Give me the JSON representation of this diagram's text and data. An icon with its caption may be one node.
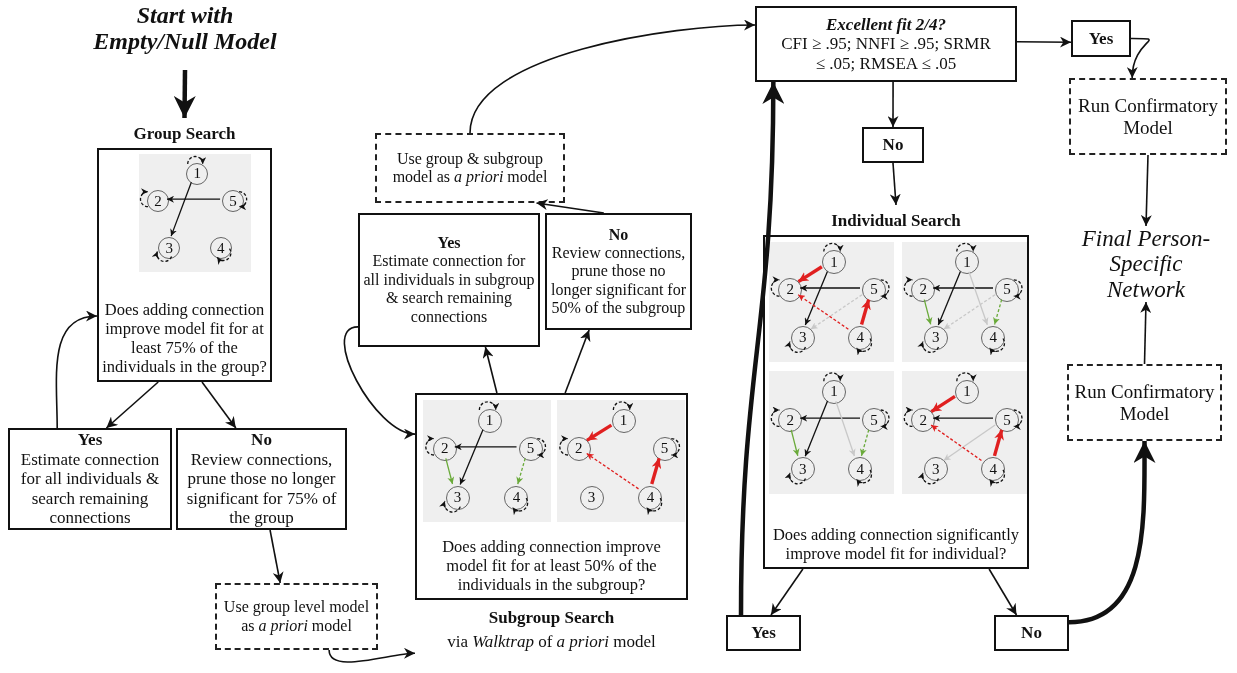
{
  "diagram": {
    "nodes": [
      {
        "text": [
          "Start with Empty/Null Model"
        ]
      },
      {
        "text": [
          "Group Search",
          "Does adding connection improve model fit for at least 75% of the individuals in the group?"
        ]
      },
      {
        "text": [],
        "shape": "box",
        "in": 1
      },
      {
        "text": [
          "1"
        ],
        "in": 2
      },
      {
        "text": [
          "2"
        ],
        "in": 2
      },
      {
        "text": [
          "3"
        ],
        "in": 2
      },
      {
        "text": [
          "4"
        ],
        "in": 2
      },
      {
        "text": [
          "5"
        ],
        "in": 2
      },
      {
        "text": [
          "Yes",
          "Estimate connection for all individuals & search remaining connections"
        ]
      },
      {
        "text": [
          "No",
          "Review connections, prune those no longer significant for 75% of the group"
        ]
      },
      {
        "text": [
          "Use group level model as *a priori* model"
        ]
      },
      {
        "text": [
          "Does adding connection improve model fit for at least 50% of the individuals in the subgroup?",
          "Subgroup Search",
          "via *Walktrap* of *a priori* model"
        ]
      },
      {
        "text": [],
        "shape": "box",
        "in": 11
      },
      {
        "text": [
          "1"
        ],
        "in": 12
      },
      {
        "text": [
          "2"
        ],
        "in": 12
      },
      {
        "text": [
          "3"
        ],
        "in": 12
      },
      {
        "text": [
          "4"
        ],
        "in": 12
      },
      {
        "text": [
          "5"
        ],
        "in": 12
      },
      {
        "text": [],
        "shape": "box",
        "in": 11
      },
      {
        "text": [
          "1"
        ],
        "in": 18
      },
      {
        "text": [
          "2"
        ],
        "in": 18
      },
      {
        "text": [
          "3"
        ],
        "in": 18
      },
      {
        "text": [
          "4"
        ],
        "in": 18
      },
      {
        "text": [
          "5"
        ],
        "in": 18
      },
      {
        "text": [
          "Yes",
          "Estimate connection for all individuals in subgroup & search remaining connections"
        ]
      },
      {
        "text": [
          "No",
          "Review connections, prune those no longer significant for 50% of the subgroup"
        ]
      },
      {
        "text": [
          "Use group & subgroup model as *a priori* model"
        ]
      },
      {
        "text": [
          "Excellent fit 2/4?",
          "CFI ≥ .95; NNFI ≥ .95; SRMR ≤ .05; RMSEA ≤ .05"
        ]
      },
      {
        "text": [
          "Yes"
        ]
      },
      {
        "text": [
          "Run Confirmatory Model"
        ]
      },
      {
        "text": [
          "No"
        ]
      },
      {
        "text": [
          "Individual Search",
          "Does adding connection significantly improve model fit for individual?"
        ]
      },
      {
        "text": [],
        "shape": "box",
        "in": 31
      },
      {
        "text": [
          "1"
        ],
        "in": 32
      },
      {
        "text": [
          "2"
        ],
        "in": 32
      },
      {
        "text": [
          "3"
        ],
        "in": 32
      },
      {
        "text": [
          "4"
        ],
        "in": 32
      },
      {
        "text": [
          "5"
        ],
        "in": 32
      },
      {
        "text": [],
        "shape": "box",
        "in": 31
      },
      {
        "text": [
          "1"
        ],
        "in": 38
      },
      {
        "text": [
          "2"
        ],
        "in": 38
      },
      {
        "text": [
          "3"
        ],
        "in": 38
      },
      {
        "text": [
          "4"
        ],
        "in": 38
      },
      {
        "text": [
          "5"
        ],
        "in": 38
      },
      {
        "text": [],
        "shape": "box",
        "in": 31
      },
      {
        "text": [
          "1"
        ],
        "in": 44
      },
      {
        "text": [
          "2"
        ],
        "in": 44
      },
      {
        "text": [
          "3"
        ],
        "in": 44
      },
      {
        "text": [
          "4"
        ],
        "in": 44
      },
      {
        "text": [
          "5"
        ],
        "in": 44
      },
      {
        "text": [],
        "shape": "box",
        "in": 31
      },
      {
        "text": [
          "1"
        ],
        "in": 50
      },
      {
        "text": [
          "2"
        ],
        "in": 50
      },
      {
        "text": [
          "3"
        ],
        "in": 50
      },
      {
        "text": [
          "4"
        ],
        "in": 50
      },
      {
        "text": [
          "5"
        ],
        "in": 50
      },
      {
        "text": [
          "Yes"
        ]
      },
      {
        "text": [
          "No"
        ]
      },
      {
        "text": [
          "Run Confirmatory Model"
        ]
      },
      {
        "text": [
          "Final Person-Specific Network"
        ]
      }
    ],
    "edges": [
      {
        "from": 0,
        "to": 1,
        "arrow": "to",
        "style": "thick"
      },
      {
        "from": 1,
        "to": 8,
        "arrow": "to"
      },
      {
        "from": 1,
        "to": 9,
        "arrow": "to"
      },
      {
        "from": 8,
        "to": 1,
        "arrow": "to"
      },
      {
        "from": 9,
        "to": 10,
        "arrow": "to"
      },
      {
        "from": 10,
        "to": 11,
        "arrow": "to"
      },
      {
        "from": 11,
        "to": 24,
        "arrow": "to"
      },
      {
        "from": 11,
        "to": 25,
        "arrow": "to"
      },
      {
        "from": 24,
        "to": 11,
        "arrow": "to"
      },
      {
        "from": 25,
        "to": 26,
        "arrow": "to"
      },
      {
        "from": 26,
        "to": 27,
        "arrow": "to"
      },
      {
        "from": 27,
        "to": 28,
        "arrow": "to"
      },
      {
        "from": 27,
        "to": 30,
        "arrow": "to"
      },
      {
        "from": 28,
        "to": 29,
        "arrow": "to"
      },
      {
        "from": 29,
        "to": 59,
        "arrow": "to"
      },
      {
        "from": 30,
        "to": 31,
        "arrow": "to"
      },
      {
        "from": 31,
        "to": 56,
        "arrow": "to"
      },
      {
        "from": 31,
        "to": 57,
        "arrow": "to"
      },
      {
        "from": 56,
        "to": 27,
        "arrow": "to",
        "style": "thick"
      },
      {
        "from": 57,
        "to": 58,
        "arrow": "to",
        "style": "thick"
      },
      {
        "from": 58,
        "to": 59,
        "arrow": "to"
      },
      {
        "from": 3,
        "to": 5,
        "arrow": "to"
      },
      {
        "from": 7,
        "to": 4,
        "arrow": "to"
      },
      {
        "from": 3,
        "to": 3,
        "arrow": "to",
        "style": "dashed"
      },
      {
        "from": 4,
        "to": 4,
        "arrow": "to",
        "style": "dashed"
      },
      {
        "from": 5,
        "to": 5,
        "arrow": "to",
        "style": "dashed"
      },
      {
        "from": 6,
        "to": 6,
        "arrow": "to",
        "style": "dashed"
      },
      {
        "from": 7,
        "to": 7,
        "arrow": "to",
        "style": "dashed"
      },
      {
        "from": 13,
        "to": 15,
        "arrow": "to"
      },
      {
        "from": 17,
        "to": 14,
        "arrow": "to"
      },
      {
        "from": 14,
        "to": 15,
        "arrow": "to",
        "color": "#6aaa3a"
      },
      {
        "from": 17,
        "to": 16,
        "arrow": "to",
        "style": "dashed",
        "color": "#6aaa3a"
      },
      {
        "from": 13,
        "to": 13,
        "arrow": "to",
        "style": "dashed"
      },
      {
        "from": 14,
        "to": 14,
        "arrow": "to",
        "style": "dashed"
      },
      {
        "from": 15,
        "to": 15,
        "arrow": "to",
        "style": "dashed"
      },
      {
        "from": 16,
        "to": 16,
        "arrow": "to",
        "style": "dashed"
      },
      {
        "from": 17,
        "to": 17,
        "arrow": "to",
        "style": "dashed"
      },
      {
        "from": 19,
        "to": 20,
        "arrow": "to",
        "style": "thick",
        "color": "#e02020"
      },
      {
        "from": 22,
        "to": 20,
        "arrow": "to",
        "style": "dashed",
        "color": "#e02020"
      },
      {
        "from": 22,
        "to": 23,
        "arrow": "to",
        "style": "thick",
        "color": "#e02020"
      },
      {
        "from": 19,
        "to": 19,
        "arrow": "to",
        "style": "dashed"
      },
      {
        "from": 20,
        "to": 20,
        "arrow": "to",
        "style": "dashed"
      },
      {
        "from": 22,
        "to": 22,
        "arrow": "to",
        "style": "dashed"
      },
      {
        "from": 23,
        "to": 23,
        "arrow": "to",
        "style": "dashed"
      },
      {
        "from": 33,
        "to": 34,
        "arrow": "to",
        "style": "thick",
        "color": "#e02020"
      },
      {
        "from": 33,
        "to": 35,
        "arrow": "to"
      },
      {
        "from": 37,
        "to": 34,
        "arrow": "to"
      },
      {
        "from": 37,
        "to": 35,
        "arrow": "to",
        "style": "dashed",
        "color": "#c8c8c8"
      },
      {
        "from": 36,
        "to": 34,
        "arrow": "to",
        "style": "dashed",
        "color": "#e02020"
      },
      {
        "from": 36,
        "to": 37,
        "arrow": "to",
        "style": "thick",
        "color": "#e02020"
      },
      {
        "from": 33,
        "to": 33,
        "arrow": "to",
        "style": "dashed"
      },
      {
        "from": 34,
        "to": 34,
        "arrow": "to",
        "style": "dashed"
      },
      {
        "from": 35,
        "to": 35,
        "arrow": "to",
        "style": "dashed"
      },
      {
        "from": 36,
        "to": 36,
        "arrow": "to",
        "style": "dashed"
      },
      {
        "from": 37,
        "to": 37,
        "arrow": "to",
        "style": "dashed"
      },
      {
        "from": 39,
        "to": 41,
        "arrow": "to"
      },
      {
        "from": 43,
        "to": 40,
        "arrow": "to"
      },
      {
        "from": 40,
        "to": 41,
        "arrow": "to",
        "color": "#6aaa3a"
      },
      {
        "from": 43,
        "to": 41,
        "arrow": "to",
        "style": "dashed",
        "color": "#c8c8c8"
      },
      {
        "from": 39,
        "to": 42,
        "arrow": "to",
        "color": "#c8c8c8"
      },
      {
        "from": 43,
        "to": 42,
        "arrow": "to",
        "style": "dashed",
        "color": "#6aaa3a"
      },
      {
        "from": 39,
        "to": 39,
        "arrow": "to",
        "style": "dashed"
      },
      {
        "from": 40,
        "to": 40,
        "arrow": "to",
        "style": "dashed"
      },
      {
        "from": 41,
        "to": 41,
        "arrow": "to",
        "style": "dashed"
      },
      {
        "from": 42,
        "to": 42,
        "arrow": "to",
        "style": "dashed"
      },
      {
        "from": 43,
        "to": 43,
        "arrow": "to",
        "style": "dashed"
      },
      {
        "from": 45,
        "to": 47,
        "arrow": "to"
      },
      {
        "from": 49,
        "to": 46,
        "arrow": "to"
      },
      {
        "from": 46,
        "to": 47,
        "arrow": "to",
        "color": "#6aaa3a"
      },
      {
        "from": 45,
        "to": 48,
        "arrow": "to",
        "color": "#c8c8c8"
      },
      {
        "from": 49,
        "to": 48,
        "arrow": "to",
        "style": "dashed",
        "color": "#6aaa3a"
      },
      {
        "from": 45,
        "to": 45,
        "arrow": "to",
        "style": "dashed"
      },
      {
        "from": 46,
        "to": 46,
        "arrow": "to",
        "style": "dashed"
      },
      {
        "from": 47,
        "to": 47,
        "arrow": "to",
        "style": "dashed"
      },
      {
        "from": 48,
        "to": 48,
        "arrow": "to",
        "style": "dashed"
      },
      {
        "from": 49,
        "to": 49,
        "arrow": "to",
        "style": "dashed"
      },
      {
        "from": 51,
        "to": 52,
        "arrow": "to",
        "style": "thick",
        "color": "#e02020"
      },
      {
        "from": 55,
        "to": 52,
        "arrow": "to"
      },
      {
        "from": 55,
        "to": 53,
        "arrow": "to",
        "color": "#c8c8c8"
      },
      {
        "from": 54,
        "to": 52,
        "arrow": "to",
        "style": "dashed",
        "color": "#e02020"
      },
      {
        "from": 54,
        "to": 55,
        "arrow": "to",
        "style": "thick",
        "color": "#e02020"
      },
      {
        "from": 51,
        "to": 51,
        "arrow": "to",
        "style": "dashed"
      },
      {
        "from": 52,
        "to": 52,
        "arrow": "to",
        "style": "dashed"
      },
      {
        "from": 53,
        "to": 53,
        "arrow": "to",
        "style": "dashed"
      },
      {
        "from": 54,
        "to": 54,
        "arrow": "to",
        "style": "dashed"
      },
      {
        "from": 55,
        "to": 55,
        "arrow": "to",
        "style": "dashed"
      }
    ]
  }
}
